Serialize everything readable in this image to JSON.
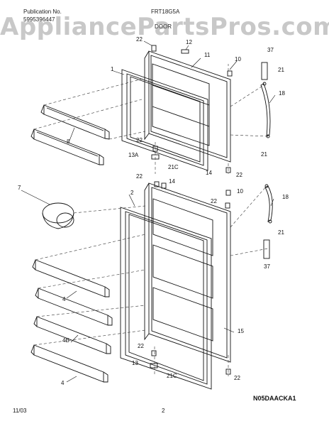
{
  "header": {
    "publication_label": "Publication No.",
    "publication_number": "5995396447",
    "model": "FRT18G5A",
    "section": "DOOR"
  },
  "watermark": "AppliancePartsPros.com",
  "callouts": [
    "22",
    "12",
    "11",
    "10",
    "37",
    "21",
    "1",
    "18",
    "8",
    "22",
    "13A",
    "21C",
    "21",
    "22",
    "14",
    "22",
    "14",
    "10",
    "2",
    "7",
    "22",
    "18",
    "21",
    "37",
    "4",
    "15",
    "4B",
    "4",
    "22",
    "13",
    "21C",
    "22"
  ],
  "diagram_code": "N05DAACKA1",
  "footer": {
    "date": "11/03",
    "page": "2"
  }
}
